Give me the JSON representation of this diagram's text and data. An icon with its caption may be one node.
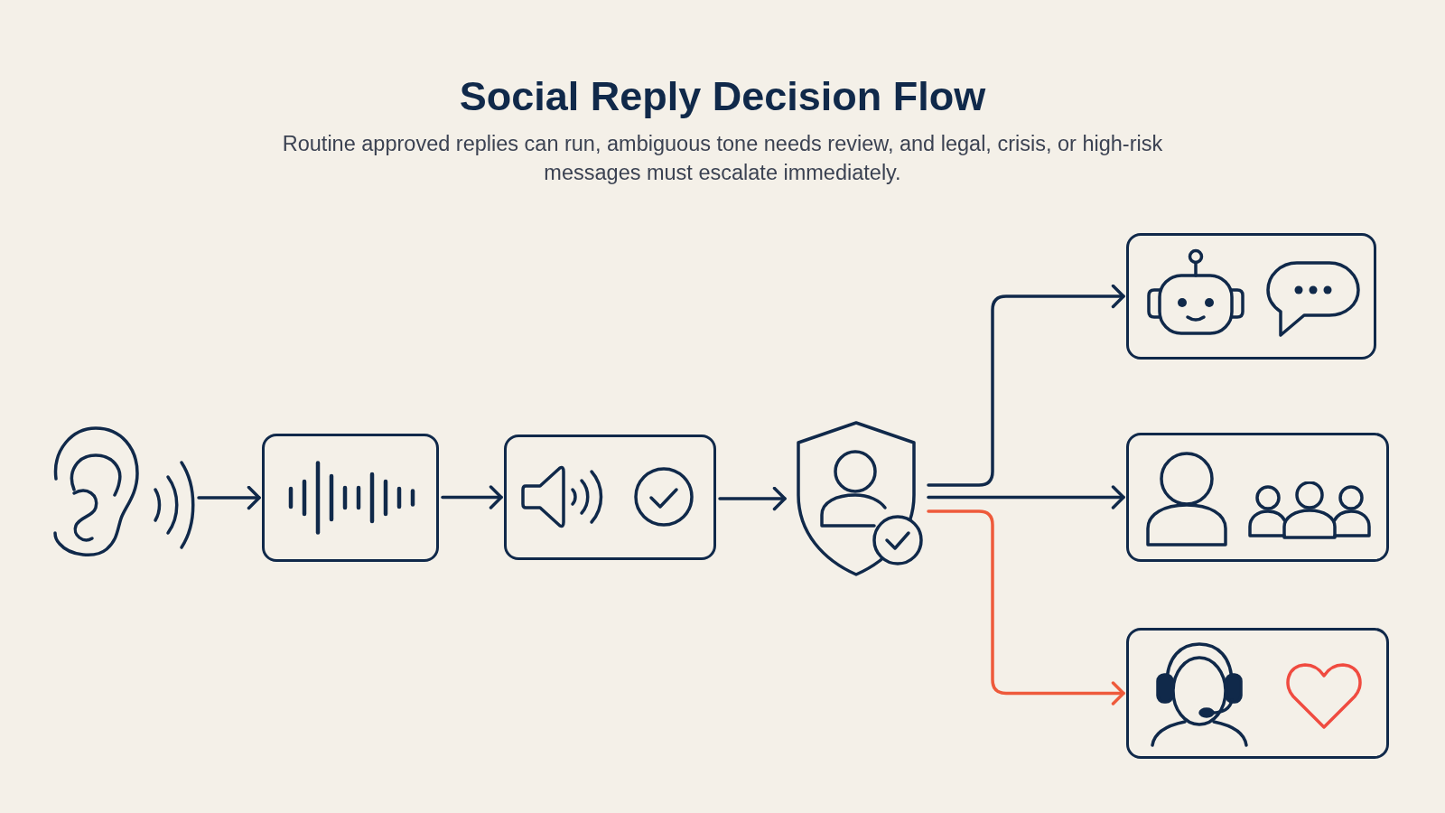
{
  "diagram": {
    "title": "Social Reply Decision Flow",
    "caption": "Routine approved replies can run, ambiguous tone needs review, and legal, crisis, or high-risk messages must escalate immediately.",
    "nodes": [
      {
        "text": [],
        "shape": "picture"
      },
      {
        "text": [],
        "shape": "box"
      },
      {
        "text": [],
        "shape": "box"
      },
      {
        "text": [],
        "shape": "picture"
      },
      {
        "text": [],
        "shape": "box"
      },
      {
        "text": [],
        "shape": "box"
      },
      {
        "text": [],
        "shape": "box"
      }
    ],
    "edges": [
      {
        "from": 0,
        "to": 1,
        "arrow": "to"
      },
      {
        "from": 1,
        "to": 2,
        "arrow": "to"
      },
      {
        "from": 2,
        "to": 3,
        "arrow": "to"
      },
      {
        "from": 3,
        "to": 4,
        "arrow": "to"
      },
      {
        "from": 3,
        "to": 5,
        "arrow": "to"
      },
      {
        "from": 3,
        "to": 6,
        "arrow": "to",
        "color": "#ee5a3b"
      }
    ]
  }
}
